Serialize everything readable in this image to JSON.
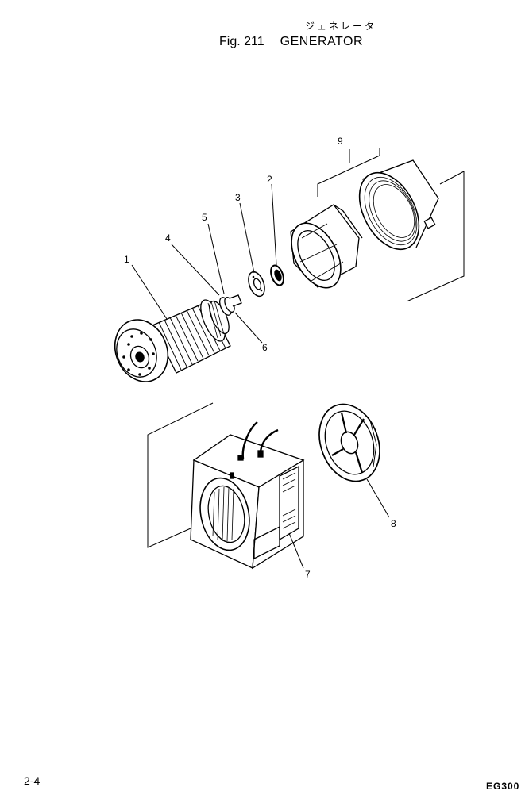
{
  "header": {
    "japanese_title": "ジェネレータ",
    "figure_number": "Fig. 211",
    "figure_title": "GENERATOR"
  },
  "callouts": [
    {
      "id": "c1",
      "label": "1"
    },
    {
      "id": "c2",
      "label": "2"
    },
    {
      "id": "c3",
      "label": "3"
    },
    {
      "id": "c4",
      "label": "4"
    },
    {
      "id": "c5",
      "label": "5"
    },
    {
      "id": "c6",
      "label": "6"
    },
    {
      "id": "c7",
      "label": "7"
    },
    {
      "id": "c8",
      "label": "8"
    },
    {
      "id": "c9",
      "label": "9"
    }
  ],
  "footer": {
    "page_number": "2-4",
    "model_code": "EG300"
  }
}
